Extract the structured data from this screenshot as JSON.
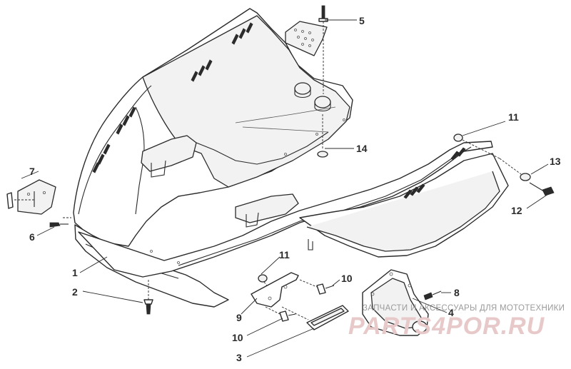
{
  "callouts": {
    "c1": "1",
    "c2": "2",
    "c3": "3",
    "c4": "4",
    "c5": "5",
    "c6": "6",
    "c7": "7",
    "c8": "8",
    "c9": "9",
    "c10a": "10",
    "c10b": "10",
    "c11a": "11",
    "c11b": "11",
    "c12": "12",
    "c13": "13",
    "c14": "14"
  },
  "watermark": {
    "line1": "ЗАПЧАСТИ И АКСЕССУАРЫ ДЛЯ МОТОТЕХНИКИ",
    "line2": "PARTS4POR.RU"
  },
  "colors": {
    "ink": "#2b2b2b",
    "watermark_text": "#9a9a9a",
    "watermark_logo": "#e8c9c9"
  }
}
